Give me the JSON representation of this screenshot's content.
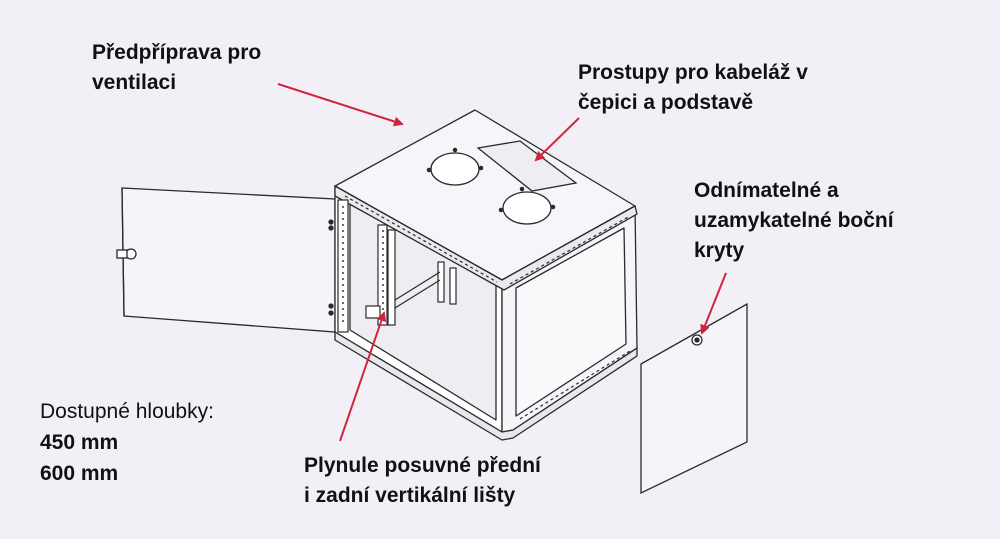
{
  "labels": {
    "ventilation": [
      "Předpříprava pro",
      "ventilaci"
    ],
    "cable_entries": [
      "Prostupy pro kabeláž v",
      "čepici a podstavě"
    ],
    "side_panels": [
      "Odnímatelné a",
      "uzamykatelné boční",
      "kryty"
    ],
    "rails": [
      "Plynule posuvné přední",
      "i zadní vertikální lišty"
    ]
  },
  "depths": {
    "title": "Dostupné hloubky:",
    "values": [
      "450 mm",
      "600 mm"
    ]
  },
  "colors": {
    "background": "#f3eff7",
    "arrow": "#d0253d",
    "line": "#2a2a2a",
    "panel_fill": "#f6f4f8"
  }
}
